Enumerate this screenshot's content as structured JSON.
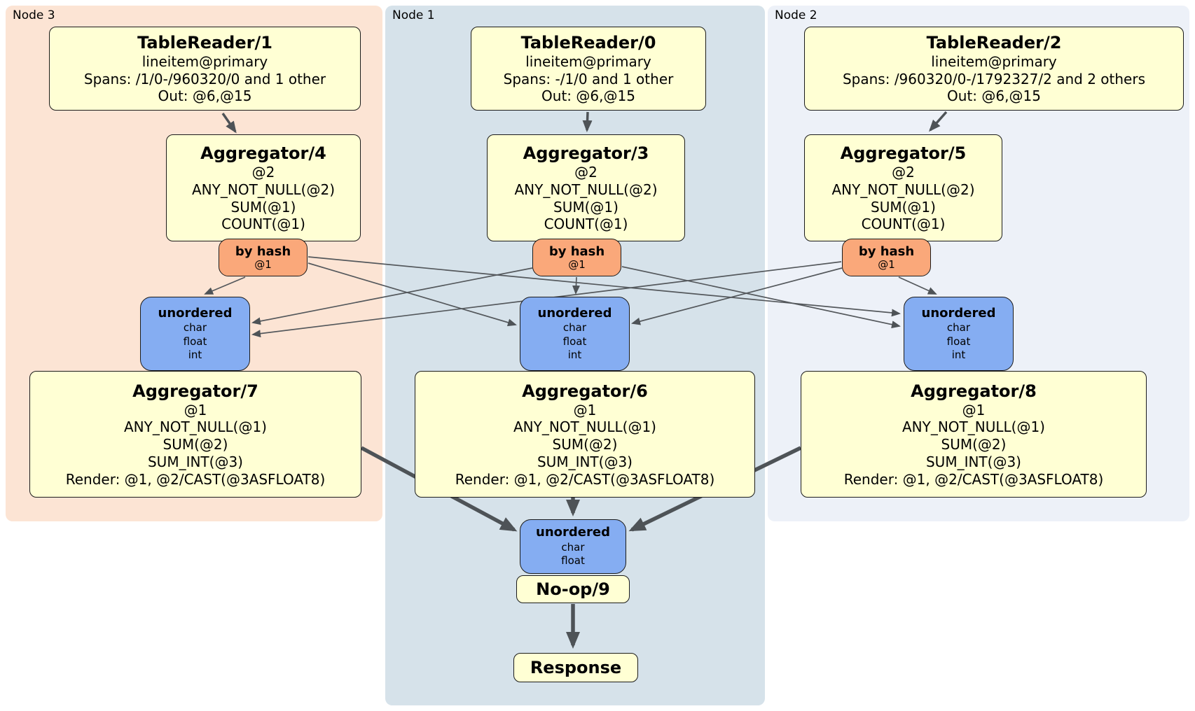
{
  "panels": {
    "node3": {
      "label": "Node 3"
    },
    "node1": {
      "label": "Node 1"
    },
    "node2": {
      "label": "Node 2"
    }
  },
  "boxes": {
    "tr1": {
      "title": "TableReader/1",
      "body": "lineitem@primary\nSpans: /1/0-/960320/0 and 1 other\nOut: @6,@15"
    },
    "agg4": {
      "title": "Aggregator/4",
      "body": "@2\nANY_NOT_NULL(@2)\nSUM(@1)\nCOUNT(@1)"
    },
    "hash3": {
      "title": "by hash",
      "body": "@1"
    },
    "sync3": {
      "title": "unordered",
      "body": "char\nfloat\nint"
    },
    "agg7": {
      "title": "Aggregator/7",
      "body": "@1\nANY_NOT_NULL(@1)\nSUM(@2)\nSUM_INT(@3)\nRender: @1, @2/CAST(@3ASFLOAT8)"
    },
    "tr0": {
      "title": "TableReader/0",
      "body": "lineitem@primary\nSpans: -/1/0 and 1 other\nOut: @6,@15"
    },
    "agg3": {
      "title": "Aggregator/3",
      "body": "@2\nANY_NOT_NULL(@2)\nSUM(@1)\nCOUNT(@1)"
    },
    "hash1": {
      "title": "by hash",
      "body": "@1"
    },
    "sync1": {
      "title": "unordered",
      "body": "char\nfloat\nint"
    },
    "agg6": {
      "title": "Aggregator/6",
      "body": "@1\nANY_NOT_NULL(@1)\nSUM(@2)\nSUM_INT(@3)\nRender: @1, @2/CAST(@3ASFLOAT8)"
    },
    "syncFinal": {
      "title": "unordered",
      "body": "char\nfloat"
    },
    "noop": {
      "title": "No-op/9"
    },
    "response": {
      "title": "Response"
    },
    "tr2": {
      "title": "TableReader/2",
      "body": "lineitem@primary\nSpans: /960320/0-/1792327/2 and 2 others\nOut: @6,@15"
    },
    "agg5": {
      "title": "Aggregator/5",
      "body": "@2\nANY_NOT_NULL(@2)\nSUM(@1)\nCOUNT(@1)"
    },
    "hash2": {
      "title": "by hash",
      "body": "@1"
    },
    "sync2": {
      "title": "unordered",
      "body": "char\nfloat\nint"
    },
    "agg8": {
      "title": "Aggregator/8",
      "body": "@1\nANY_NOT_NULL(@1)\nSUM(@2)\nSUM_INT(@3)\nRender: @1, @2/CAST(@3ASFLOAT8)"
    }
  },
  "colors": {
    "node3_panel_bg": "#fce4d4",
    "node1_panel_bg": "#d6e2ea",
    "node2_panel_bg": "#edf1f8",
    "processor_box_bg": "#ffffd4",
    "router_box_bg": "#faa87a",
    "sync_box_bg": "#85adf2",
    "box_border": "#1b1b1b",
    "edge_color": "#4e5357"
  }
}
